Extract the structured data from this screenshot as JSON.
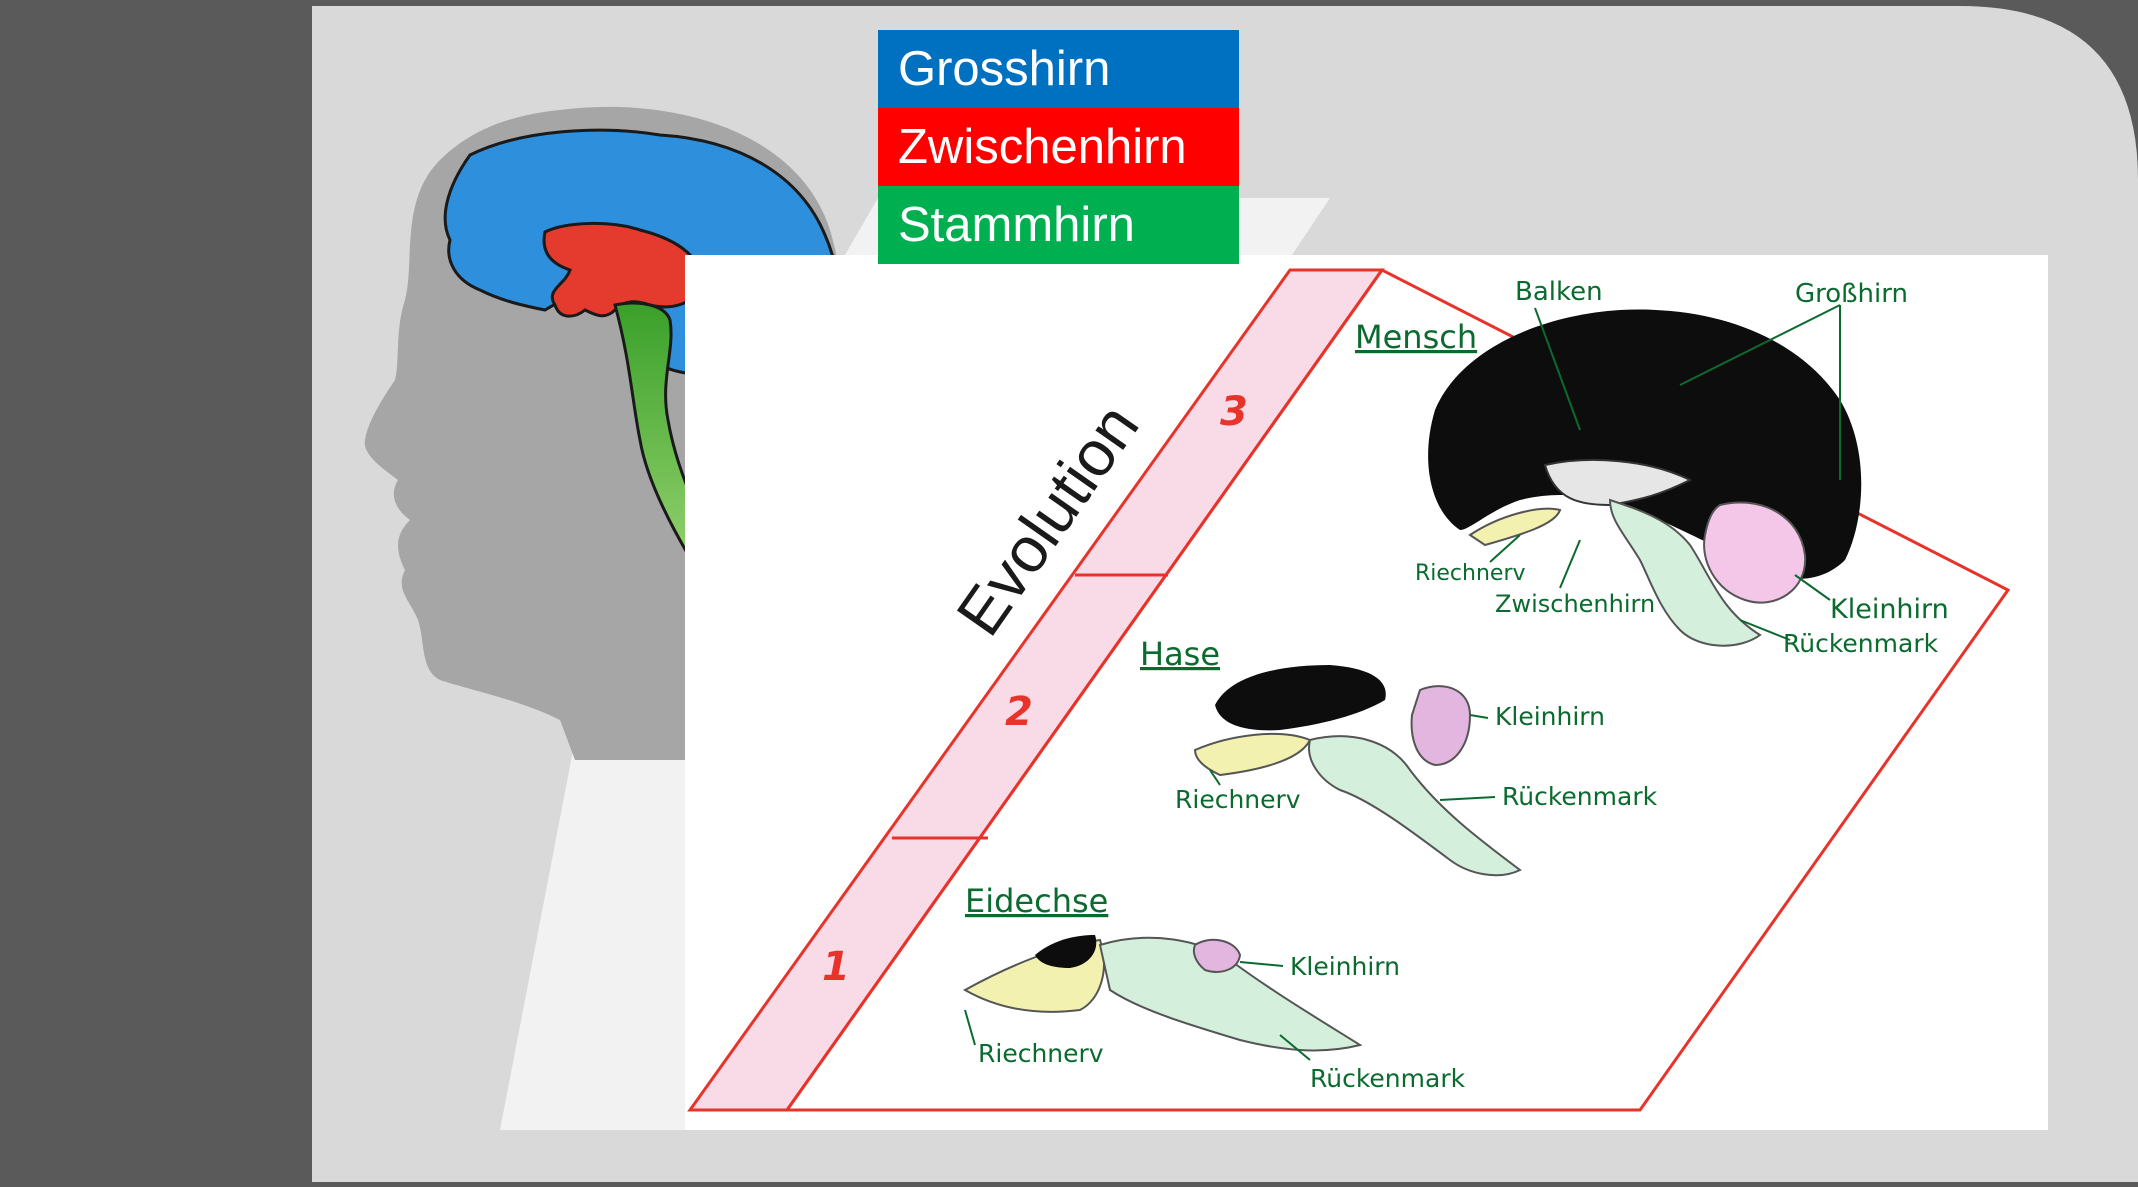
{
  "legend": {
    "grosshirn": "Grosshirn",
    "zwischenhirn": "Zwischenhirn",
    "stammhirn": "Stammhirn",
    "colors": {
      "grosshirn": "#0070c0",
      "zwischenhirn": "#ff0000",
      "stammhirn": "#00b050"
    }
  },
  "evolution_label": "Evolution",
  "stages": [
    {
      "number": "1",
      "animal": "Eidechse"
    },
    {
      "number": "2",
      "animal": "Hase"
    },
    {
      "number": "3",
      "animal": "Mensch"
    }
  ],
  "labels": {
    "mensch": {
      "balken": "Balken",
      "grosshirn": "Großhirn",
      "riechnerv": "Riechnerv",
      "zwischenhirn": "Zwischenhirn",
      "kleinhirn": "Kleinhirn",
      "rueckenmark": "Rückenmark"
    },
    "hase": {
      "kleinhirn": "Kleinhirn",
      "riechnerv": "Riechnerv",
      "rueckenmark": "Rückenmark"
    },
    "eidechse": {
      "kleinhirn": "Kleinhirn",
      "riechnerv": "Riechnerv",
      "rueckenmark": "Rückenmark"
    }
  }
}
